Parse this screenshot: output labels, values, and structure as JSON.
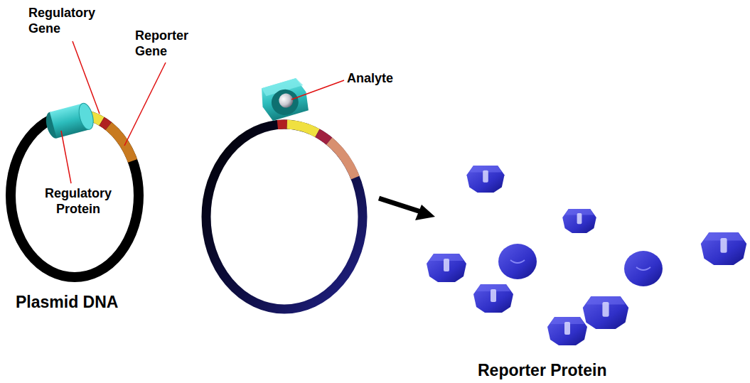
{
  "diagram": {
    "labels": [
      "Regulatory Gene",
      "Reporter Gene",
      "Analyte",
      "Regulatory Protein",
      "Plasmid DNA",
      "Reporter Protein"
    ]
  }
}
